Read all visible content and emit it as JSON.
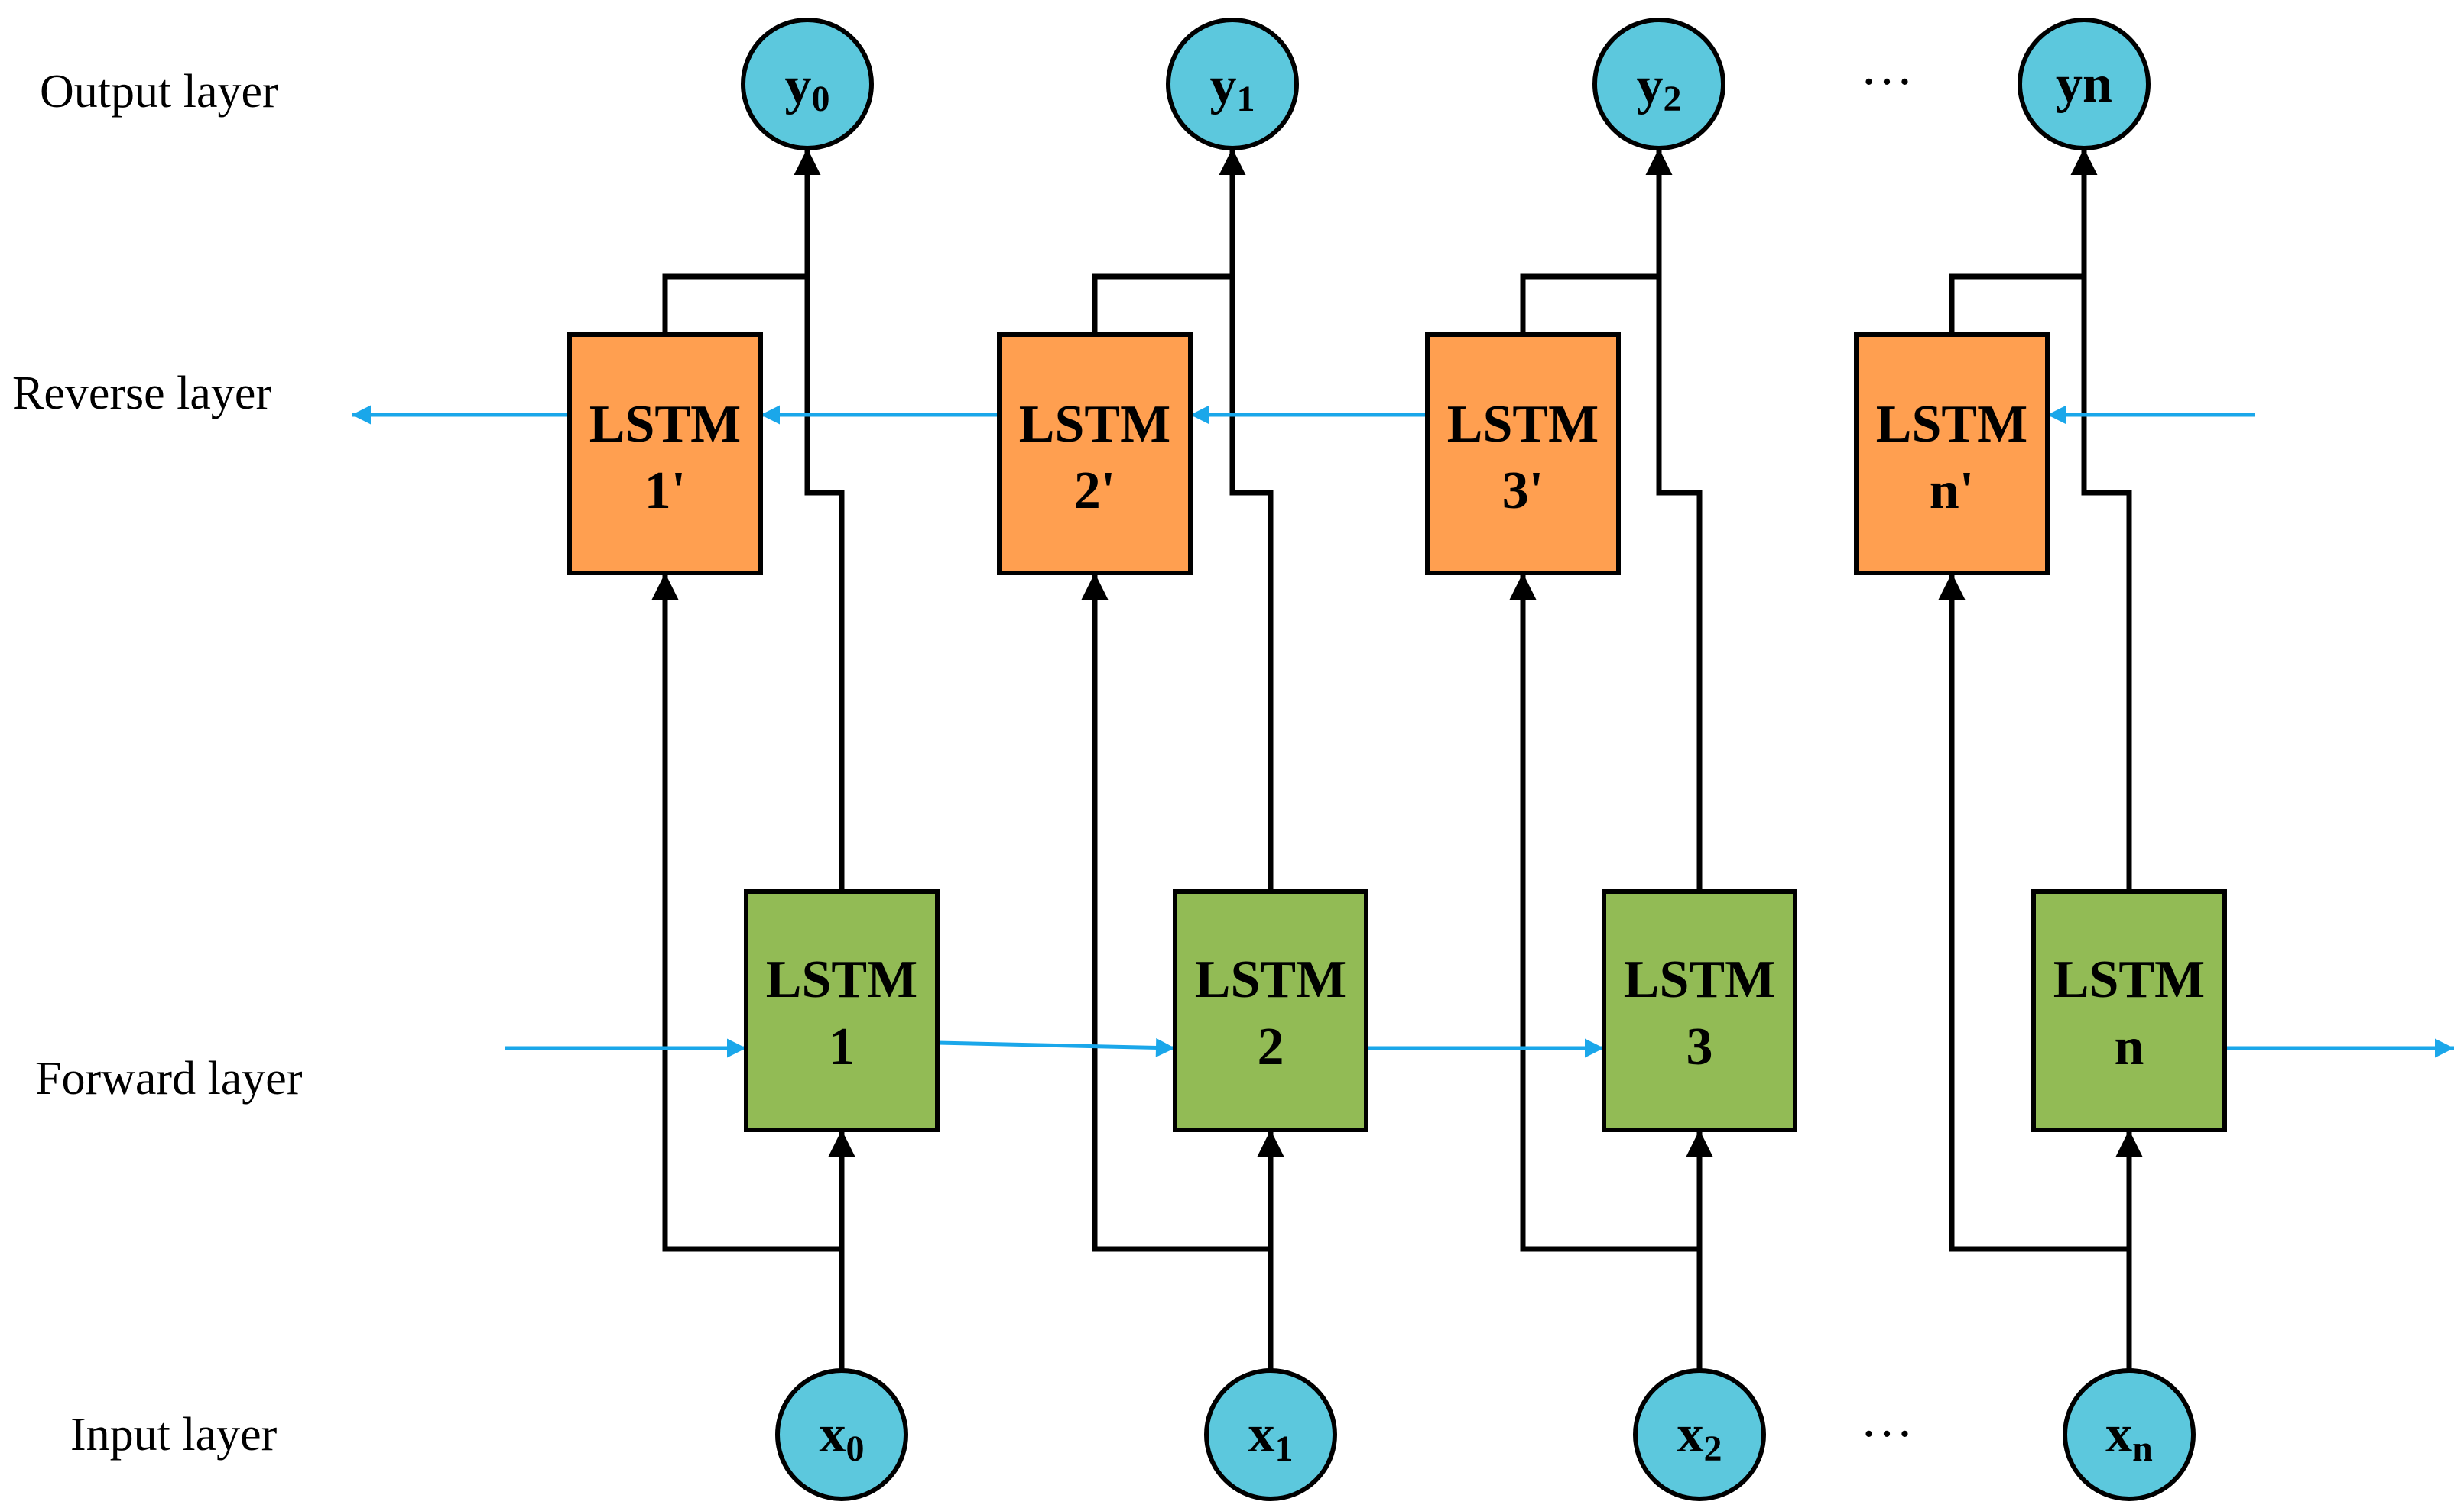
{
  "layers": {
    "output": "Output layer",
    "reverse": "Reverse layer",
    "forward": "Forward layer",
    "input": "Input layer"
  },
  "reverse_cells": [
    {
      "line1": "LSTM",
      "line2": "1'"
    },
    {
      "line1": "LSTM",
      "line2": "2'"
    },
    {
      "line1": "LSTM",
      "line2": "3'"
    },
    {
      "line1": "LSTM",
      "line2": "n'"
    }
  ],
  "forward_cells": [
    {
      "line1": "LSTM",
      "line2": "1"
    },
    {
      "line1": "LSTM",
      "line2": "2"
    },
    {
      "line1": "LSTM",
      "line2": "3"
    },
    {
      "line1": "LSTM",
      "line2": "n"
    }
  ],
  "outputs": [
    {
      "base": "y",
      "sub": "0"
    },
    {
      "base": "y",
      "sub": "1"
    },
    {
      "base": "y",
      "sub": "2"
    },
    {
      "base": "yn",
      "sub": ""
    }
  ],
  "inputs": [
    {
      "base": "x",
      "sub": "0"
    },
    {
      "base": "x",
      "sub": "1"
    },
    {
      "base": "x",
      "sub": "2"
    },
    {
      "base": "x",
      "sub": "n"
    }
  ],
  "ellipsis": "…",
  "colors": {
    "reverse_fill": "#FF9F50",
    "forward_fill": "#92BB55",
    "node_fill": "#5CC8DD",
    "flow_arrow": "#1AA7EA",
    "line": "#000000"
  }
}
